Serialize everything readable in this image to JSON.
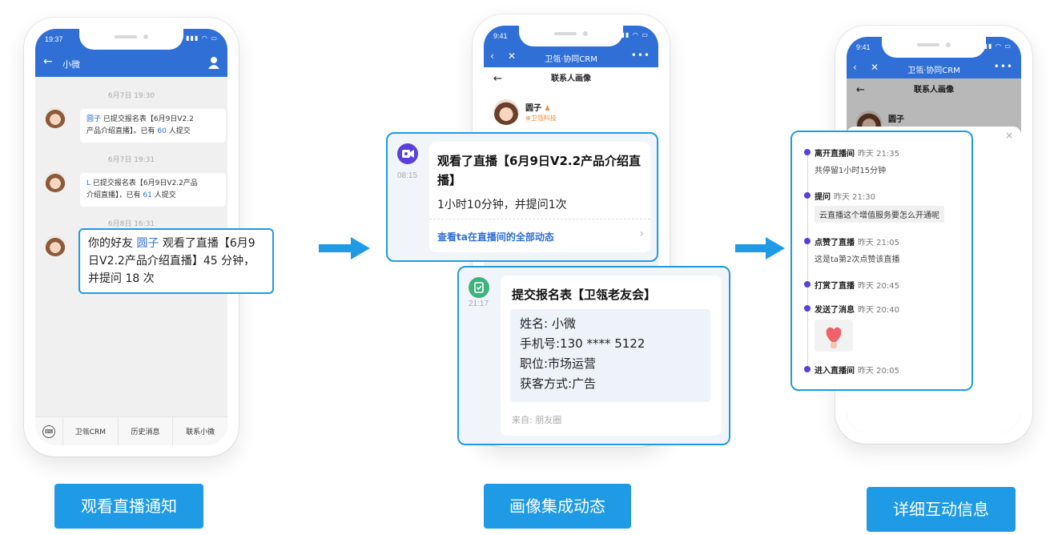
{
  "colors": {
    "brand_blue": "#2f6fd6",
    "callout_border": "#1f9be6",
    "timeline_dot": "#5a3fd8"
  },
  "phone1": {
    "status_time": "19:37",
    "nav_title": "小微",
    "icons": {
      "back": "back-arrow-icon",
      "user": "user-icon"
    },
    "messages": [
      {
        "time": "6月7日 19:30",
        "name": "圆子",
        "text_a": " 已提交报名表【6月9日V2.2",
        "text_b": "产品介绍直播】。已有 ",
        "count": "60",
        "text_c": " 人提交"
      },
      {
        "time": "6月7日 19:31",
        "name": "L",
        "text_a": " 已提交报名表【6月9日V2.2产品",
        "text_b": "介绍直播】，已有 ",
        "count": "61",
        "text_c": " 人提交"
      },
      {
        "time": "6月8日 16:31"
      }
    ],
    "highlight_msg": {
      "prefix": "你的好友 ",
      "name": "圆子",
      "suffix": " 观看了直播【6月9日V2.2产品介绍直播】45 分钟，并提问 18 次"
    },
    "bottom_bar": [
      "卫瓴CRM",
      "历史消息",
      "联系小微"
    ]
  },
  "phone2": {
    "status_time": "9:41",
    "nav_title": "卫瓴·协同CRM",
    "sub_title": "联系人画像",
    "contact_name": "圆子",
    "contact_company": "卫瓴科技"
  },
  "card_live": {
    "time": "08:15",
    "title": "观看了直播【6月9日V2.2产品介绍直播】",
    "detail": "1小时10分钟，并提问1次",
    "link": "查看ta在直播间的全部动态"
  },
  "card_form": {
    "time": "21:17",
    "title": "提交报名表【卫瓴老友会】",
    "fields": [
      "姓名:  小微",
      "手机号:130 **** 5122",
      "职位:市场运营",
      "获客方式:广告"
    ],
    "source": "来自:  朋友圈"
  },
  "phone3": {
    "status_time": "9:41",
    "nav_title": "卫瓴·协同CRM",
    "sub_title": "联系人画像",
    "contact_name": "圆子",
    "sheet_title": "直播间详细动态"
  },
  "timeline": [
    {
      "title": "离开直播间",
      "time": "昨天 21:35",
      "sub": "共停留1小时15分钟"
    },
    {
      "title": "提问",
      "time": "昨天 21:30",
      "chip": "云直播这个增值服务要怎么开通呢"
    },
    {
      "title": "点赞了直播",
      "time": "昨天 21:05",
      "sub": "这是ta第2次点赞该直播"
    },
    {
      "title": "打赏了直播",
      "time": "昨天 20:45"
    },
    {
      "title": "发送了消息",
      "time": "昨天 20:40",
      "sticker": "heart-sticker-icon"
    },
    {
      "title": "进入直播间",
      "time": "昨天 20:05"
    }
  ],
  "labels": [
    "观看直播通知",
    "画像集成动态",
    "详细互动信息"
  ]
}
